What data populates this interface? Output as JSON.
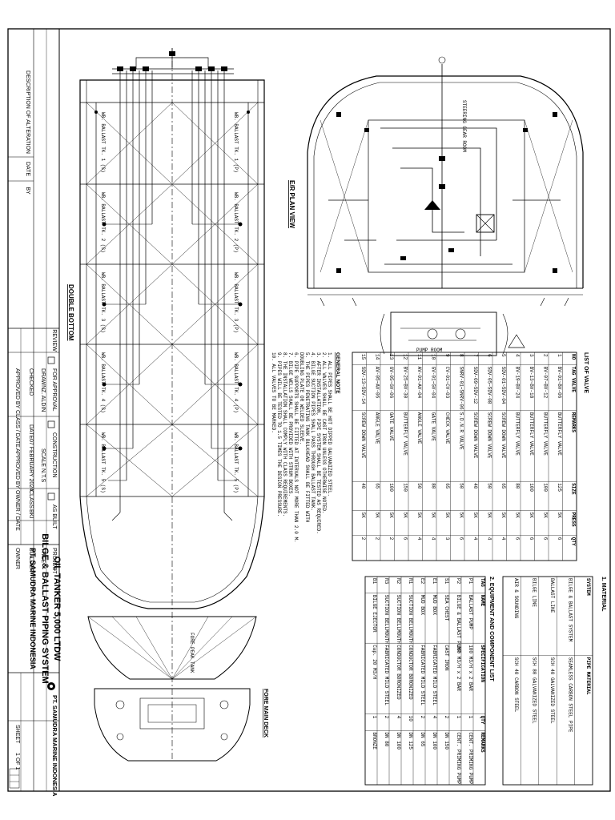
{
  "title_block": {
    "project_label": "PROJECT",
    "project": "OIL TANKER 5,000 LTDW",
    "title_label": "TITLE",
    "title": "BILGE & BALLAST PIPING SYSTEM",
    "builder_label": "BUILDER",
    "builder": "PT. SAMUDRA MARINE INDONESIA",
    "owner_label": "OWNER",
    "company": "PT. SAMUDRA MARINE INDONESIA",
    "drawn_label": "DRAWN",
    "drawn": "Z. ALDIN",
    "checked_label": "CHECKED",
    "date_label": "DATE",
    "date": "07 FEBRUARY 2024",
    "scale_label": "SCALE",
    "scale": "N.T.S",
    "class_label": "CLASS",
    "class": "BKI",
    "approval_options": [
      "FOR APPROVAL",
      "CONSTRUCTION",
      "AS BUILT"
    ],
    "review_label": "REVIEW",
    "approved_label": "APPROVED BY CLASS / DATE",
    "approved_owner_label": "APPROVED BY OWNER / DATE",
    "revision_label": "DESCRIPTION OF ALTERATION",
    "rev_date_label": "DATE",
    "rev_by_label": "BY",
    "sheet_label": "SHEET",
    "sheet": "1 OF 1"
  },
  "views": {
    "double_bottom": "DOUBLE BOTTOM",
    "er_plan": "E/R PLAN VIEW",
    "pump_room": "PUMP ROOM",
    "forecastle": "FORE MAIN DECK",
    "steering_gear": "STEERING GEAR ROOM",
    "fore_peak": "FORE PEAK TANK"
  },
  "tank_labels": [
    "WB. BALLAST TK. 1 (P)",
    "WB. BALLAST TK. 1 (S)",
    "WB. BALLAST TK. 2 (P)",
    "WB. BALLAST TK. 2 (S)",
    "WB. BALLAST TK. 3 (P)",
    "WB. BALLAST TK. 3 (S)",
    "WB. BALLAST TK. 4 (P)",
    "WB. BALLAST TK. 4 (S)",
    "WB. BALLAST TK. 5 (P)",
    "WB. BALLAST TK. 5 (S)"
  ],
  "valve_list": {
    "title": "LIST OF VALVE",
    "headers": [
      "NO",
      "TAG VALVE",
      "REMARKS",
      "SIZE",
      "PRESS",
      "QTY"
    ],
    "rows": [
      [
        "1",
        "BV-01~BV-06",
        "BUTTERFLY VALVE",
        "125",
        "5K",
        "6"
      ],
      [
        "2",
        "BV-07~BV-12",
        "BUTTERFLY VALVE",
        "100",
        "5K",
        "6"
      ],
      [
        "3",
        "BV-13~BV-18",
        "BUTTERFLY VALVE",
        "100",
        "5K",
        "6"
      ],
      [
        "4",
        "BV-19~BV-24",
        "BUTTERFLY VALVE",
        "80",
        "5K",
        "6"
      ],
      [
        "5",
        "SDV-01~SDV-04",
        "SCREW DOWN VALVE",
        "65",
        "5K",
        "4"
      ],
      [
        "6",
        "SDV-05~SDV-08",
        "SCREW DOWN VALVE",
        "50",
        "5K",
        "4"
      ],
      [
        "7",
        "SDV-09~SDV-12",
        "SCREW DOWN VALVE",
        "40",
        "5K",
        "4"
      ],
      [
        "8",
        "SNRV-01~SNRV-06",
        "S.D.N.R VALVE",
        "50",
        "5K",
        "6"
      ],
      [
        "9",
        "CV-01~CV-03",
        "CHECK VALVE",
        "65",
        "5K",
        "3"
      ],
      [
        "10",
        "GV-01~GV-04",
        "GATE VALVE",
        "80",
        "5K",
        "4"
      ],
      [
        "11",
        "AV-01~AV-04",
        "ANGLE VALVE",
        "50",
        "5K",
        "4"
      ],
      [
        "12",
        "BV-25~BV-30",
        "BUTTERFLY VALVE",
        "150",
        "5K",
        "6"
      ],
      [
        "13",
        "GV-05~GV-06",
        "GATE VALVE",
        "100",
        "5K",
        "2"
      ],
      [
        "14",
        "AV-05~AV-06",
        "ANGLE VALVE",
        "65",
        "5K",
        "2"
      ],
      [
        "15",
        "SDV-13~SDV-14",
        "SCREW DOWN VALVE",
        "40",
        "5K",
        "2"
      ]
    ]
  },
  "general_note": {
    "title": "GENERAL NOTE",
    "lines": [
      "1. ALL PIPES SHALL BE HOT DIPPED GALVANIZED STEEL.",
      "2. ALL VALVES SHALL BE CAST IRON UNLESS OTHERWISE NOTED.",
      "3. AFTER INSTALLATION, PIPE SYSTEM SHALL BE TESTED AS REQUIRED.",
      "4. BILGE SUCTION PIPES SHALL PASS THROUGH BALLAST TANK.",
      "5. THE PIPES PENETRATING TANK BULKHEAD SHALL BE FITTED WITH",
      "   DOUBLING PLATE OR WELDED SLEEVE.",
      "6. PIPE SUPPORTS SHALL BE FITTED AT INTERVALS NOT MORE THAN 2.0 M.",
      "7. BILGE WELLS SHALL BE PROVIDED WITH STRUM BOXES.",
      "8. THE INSTALLATION SHALL COMPLY WITH CLASS REQUIREMENTS.",
      "9. PIPES WILL BE TESTED TO 1.5 TIMES THE DESIGN PRESSURE.",
      "10. ALL VALVES TO BE MARKED."
    ]
  },
  "material": {
    "title": "1. MATERIAL",
    "headers": [
      "SYSTEM",
      "PIPE MATERIAL"
    ],
    "rows": [
      [
        "BILGE & BALLAST SYSTEM",
        "SEAMLESS CARBON STEEL PIPE"
      ],
      [
        "BALLAST LINE",
        "SCH 40 GALVANIZED STEEL"
      ],
      [
        "BILGE LINE",
        "SCH 80 GALVANIZED STEEL"
      ],
      [
        "AIR & SOUNDING",
        "SCH 40 CARBON STEEL"
      ]
    ]
  },
  "equipment_list": {
    "title": "2. EQUIPMENT AND COMPONENT LIST",
    "headers": [
      "TAG",
      "NAME",
      "SPECIFICATION",
      "QTY",
      "REMARKS"
    ],
    "rows": [
      [
        "P1",
        "BALLAST PUMP",
        "100 M3/H x 2 BAR",
        "1",
        "CENT. PRIMING PUMP"
      ],
      [
        "P2",
        "BILGE & BALLAST PUMP",
        "100 M3/H x 2 BAR",
        "1",
        "CENT. PRIMING PUMP"
      ],
      [
        "S1",
        "SEA CHEST",
        "CAST IRON",
        "2",
        "DN 150"
      ],
      [
        "E1",
        "MUD BOX",
        "FABRICATED MILD STEEL",
        "4",
        "DN 100"
      ],
      [
        "E2",
        "MUD BOX",
        "FABRICATED MILD STEEL",
        "2",
        "DN 65"
      ],
      [
        "R1",
        "SUCTION BELLMOUTH",
        "CONDUCTOR BORONIZED",
        "10",
        "DN 125"
      ],
      [
        "R2",
        "SUCTION BELLMOUTH",
        "CONDUCTOR BORONIZED",
        "4",
        "DN 100"
      ],
      [
        "R3",
        "SUCTION BELLMOUTH",
        "FABRICATED MILD STEEL",
        "2",
        "DN 80"
      ],
      [
        "B1",
        "BILGE EJECTOR",
        "Cap. 20 M3/H",
        "1",
        "BRONZE"
      ]
    ]
  }
}
